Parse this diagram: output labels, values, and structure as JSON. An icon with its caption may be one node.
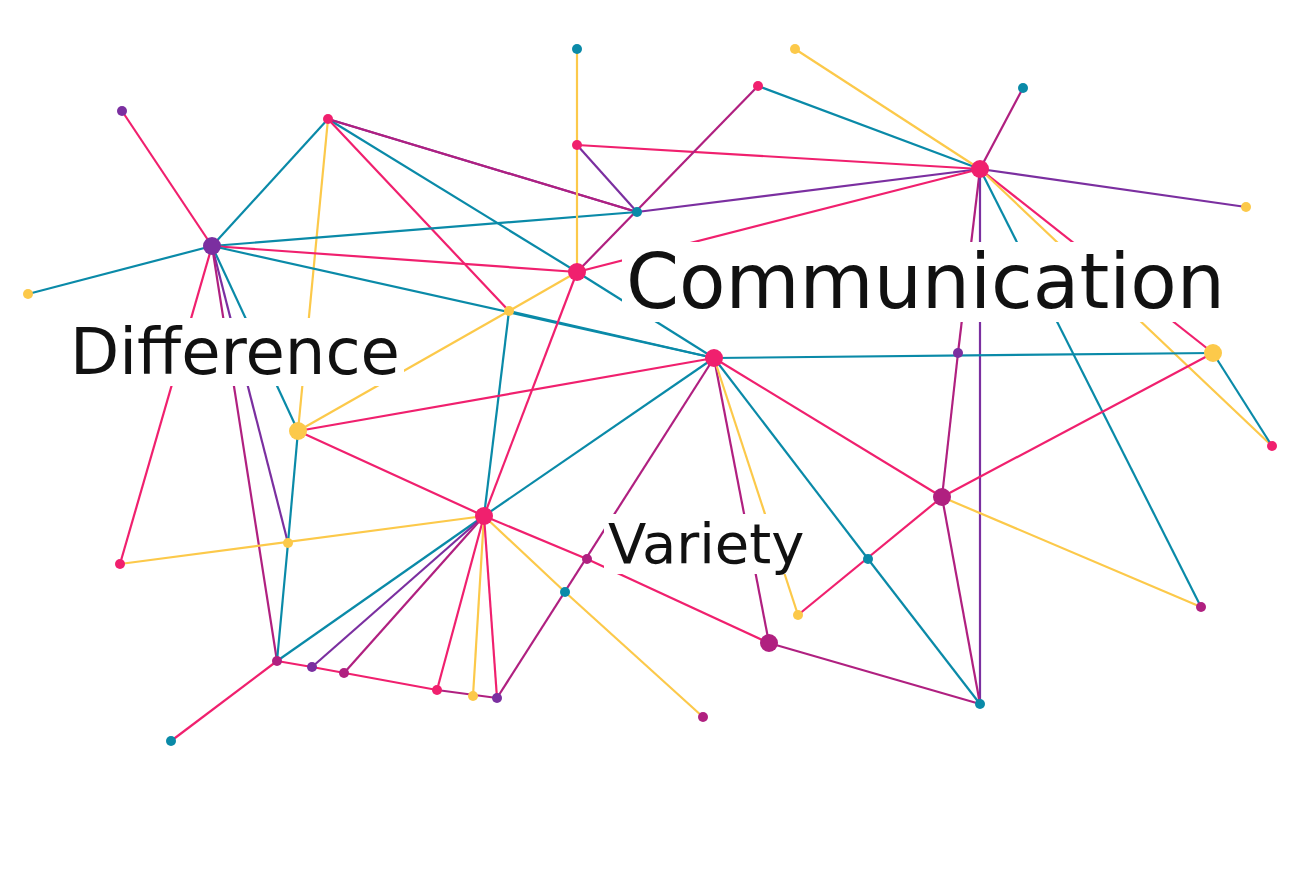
{
  "diagram": {
    "labels": [
      "Communication",
      "Difference",
      "Variety"
    ]
  }
}
